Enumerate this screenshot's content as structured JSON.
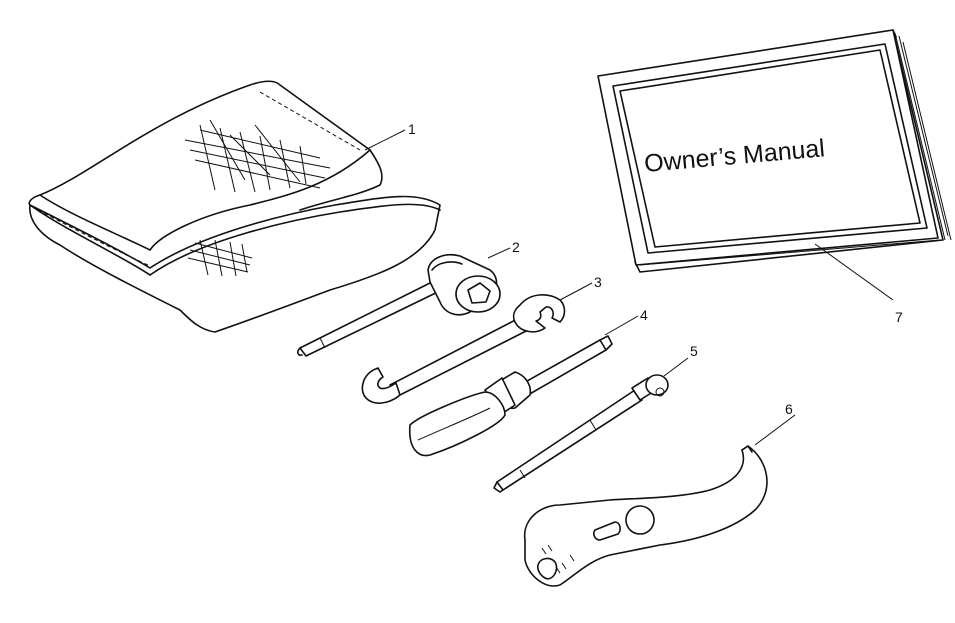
{
  "manual": {
    "title": "Owner’s Manual"
  },
  "callouts": {
    "c1": "1",
    "c2": "2",
    "c3": "3",
    "c4": "4",
    "c5": "5",
    "c6": "6",
    "c7": "7"
  },
  "parts": [
    {
      "number": "1",
      "name": "tool-pouch"
    },
    {
      "number": "2",
      "name": "spark-plug-wrench"
    },
    {
      "number": "3",
      "name": "open-end-wrench"
    },
    {
      "number": "4",
      "name": "screwdriver"
    },
    {
      "number": "5",
      "name": "rod-tool"
    },
    {
      "number": "6",
      "name": "spanner-wrench"
    },
    {
      "number": "7",
      "name": "owners-manual"
    }
  ]
}
